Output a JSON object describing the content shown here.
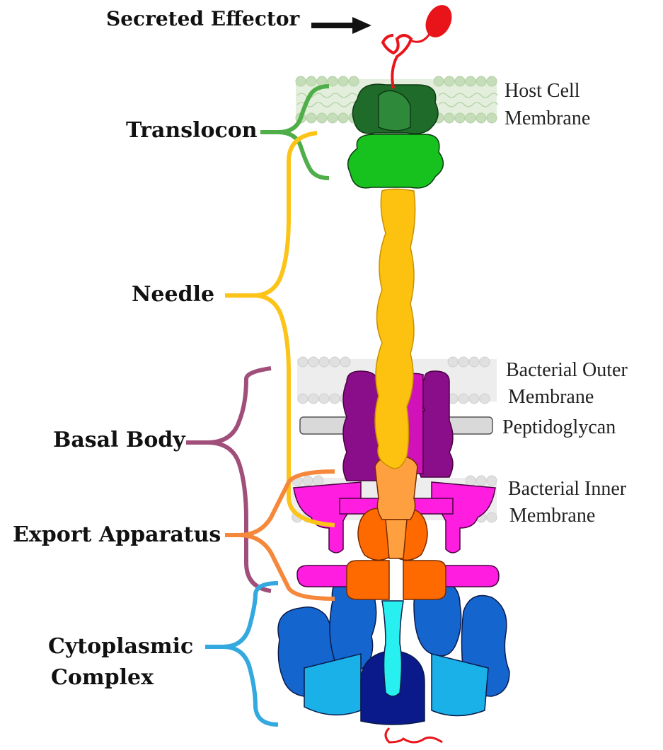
{
  "labels": {
    "secreted_effector": "Secreted Effector",
    "translocon": "Translocon",
    "needle": "Needle",
    "basal_body": "Basal Body",
    "export_apparatus": "Export Apparatus",
    "cytoplasmic_line1": "Cytoplasmic",
    "cytoplasmic_line2": "Complex",
    "host_cell_line1": "Host Cell",
    "host_cell_line2": "Membrane",
    "outer_membrane_line1": "Bacterial Outer",
    "outer_membrane_line2": "Membrane",
    "peptidoglycan": "Peptidoglycan",
    "inner_membrane_line1": "Bacterial Inner",
    "inner_membrane_line2": "Membrane"
  },
  "colors": {
    "effector": "#e8141a",
    "translocon_dark": "#1f6b2a",
    "translocon_light": "#17c21f",
    "translocon_bracket": "#4fae4a",
    "needle": "#fcc20f",
    "needle_bracket": "#fcc419",
    "basal_outer": "#8a0e8a",
    "basal_inner": "#ff1ee0",
    "basal_bracket": "#a04f7a",
    "export": "#ff6a00",
    "export_light": "#ffa040",
    "export_bracket": "#f5883a",
    "cyto_blue": "#1565cf",
    "cyto_dark": "#0a1a8a",
    "cyto_cyan": "#1ab0e8",
    "cyto_core": "#29f0f0",
    "cyto_bracket": "#33a9df",
    "membrane": "#cfe3c6",
    "peptidoglycan": "#d9d9d9"
  }
}
